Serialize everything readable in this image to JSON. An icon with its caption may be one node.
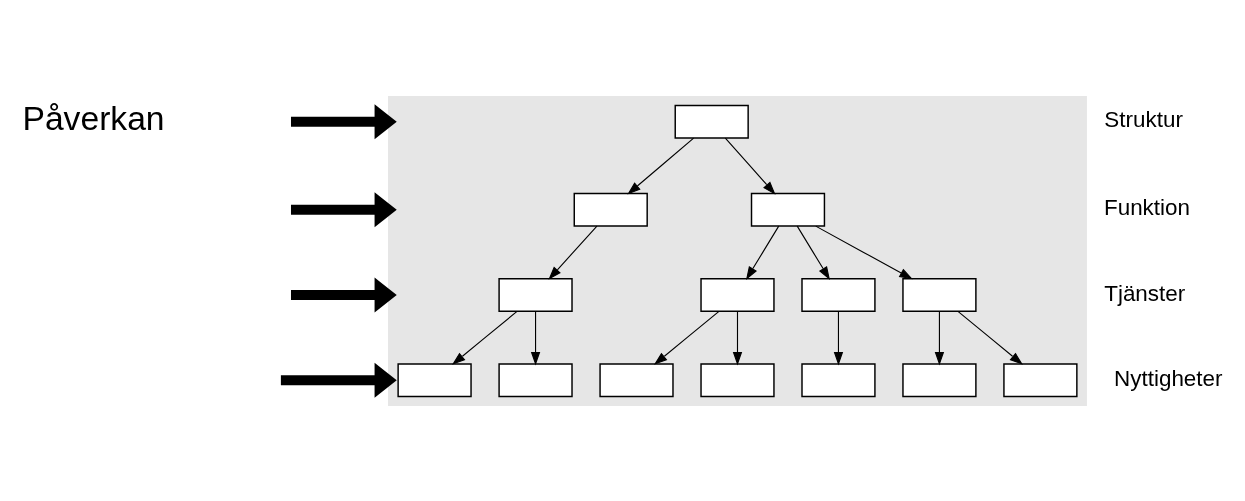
{
  "diagram": {
    "nodes": [
      {
        "text": [],
        "shape": "triangle"
      },
      {
        "text": [],
        "shape": "box",
        "in": 0
      },
      {
        "text": [],
        "shape": "box",
        "in": 0
      },
      {
        "text": [],
        "shape": "box",
        "in": 0
      },
      {
        "text": [],
        "shape": "box",
        "in": 0
      },
      {
        "text": [],
        "shape": "box",
        "in": 0
      },
      {
        "text": [],
        "shape": "box",
        "in": 0
      },
      {
        "text": [],
        "shape": "box",
        "in": 0
      },
      {
        "text": [],
        "shape": "box",
        "in": 0
      },
      {
        "text": [],
        "shape": "box",
        "in": 0
      },
      {
        "text": [],
        "shape": "box",
        "in": 0
      },
      {
        "text": [],
        "shape": "box",
        "in": 0
      },
      {
        "text": [],
        "shape": "box",
        "in": 0
      },
      {
        "text": [],
        "shape": "box",
        "in": 0
      },
      {
        "text": [],
        "shape": "box",
        "in": 0
      }
    ],
    "edges": [
      {
        "from": null,
        "to": 0,
        "arrow": "to",
        "style": "thick"
      },
      {
        "from": null,
        "to": 0,
        "arrow": "to",
        "style": "thick"
      },
      {
        "from": null,
        "to": 0,
        "arrow": "to",
        "style": "thick"
      },
      {
        "from": null,
        "to": 0,
        "arrow": "to",
        "style": "thick"
      },
      {
        "from": 1,
        "to": 2,
        "arrow": "to"
      },
      {
        "from": 1,
        "to": 3,
        "arrow": "to"
      },
      {
        "from": 2,
        "to": 4,
        "arrow": "to"
      },
      {
        "from": 3,
        "to": 5,
        "arrow": "to"
      },
      {
        "from": 3,
        "to": 6,
        "arrow": "to"
      },
      {
        "from": 3,
        "to": 7,
        "arrow": "to"
      },
      {
        "from": 4,
        "to": 8,
        "arrow": "to"
      },
      {
        "from": 4,
        "to": 9,
        "arrow": "to"
      },
      {
        "from": 5,
        "to": 10,
        "arrow": "to"
      },
      {
        "from": 5,
        "to": 11,
        "arrow": "to"
      },
      {
        "from": 6,
        "to": 12,
        "arrow": "to"
      },
      {
        "from": 7,
        "to": 13,
        "arrow": "to"
      },
      {
        "from": 7,
        "to": 14,
        "arrow": "to"
      }
    ],
    "labels": [
      "Påverkan",
      "Struktur",
      "Funktion",
      "Tjänster",
      "Nyttigheter"
    ]
  }
}
